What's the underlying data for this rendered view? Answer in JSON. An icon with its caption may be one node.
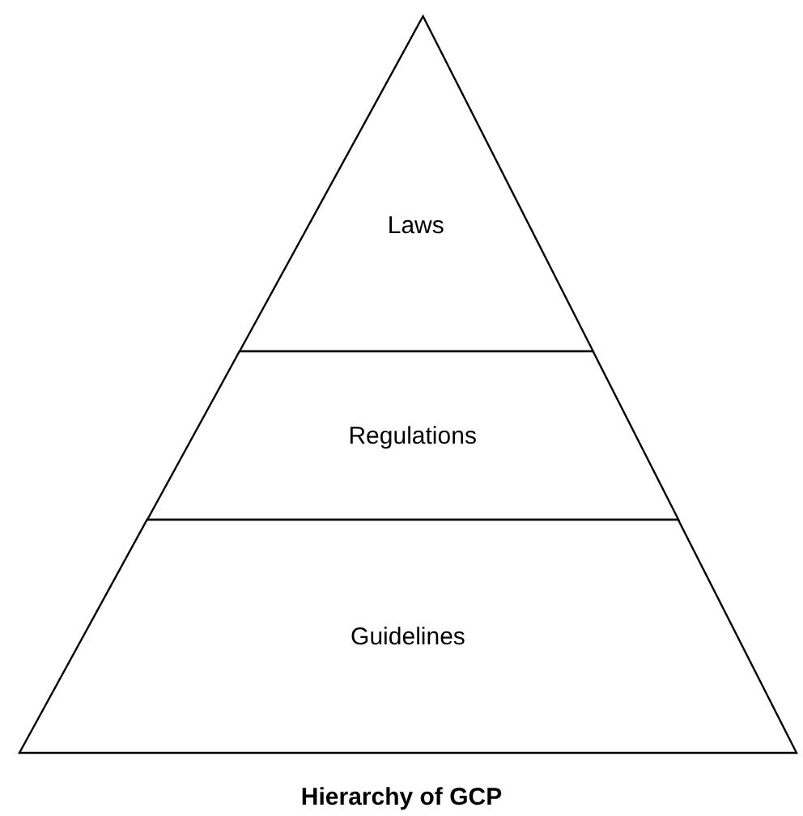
{
  "diagram": {
    "caption": "Hierarchy of GCP",
    "nodes": [
      {
        "text": [
          "Laws"
        ]
      },
      {
        "text": [
          "Regulations"
        ]
      },
      {
        "text": [
          "Guidelines"
        ]
      }
    ]
  }
}
